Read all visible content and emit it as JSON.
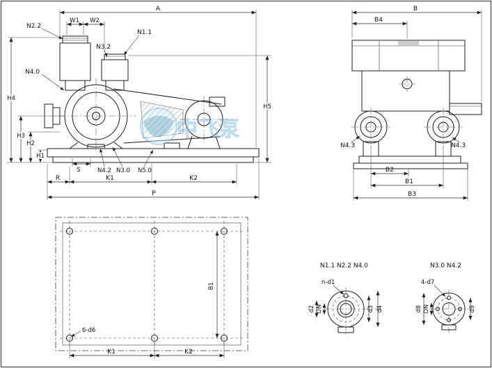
{
  "watermark": {
    "text": "中飞泵",
    "color": "#8ec6de"
  },
  "front_view": {
    "A": "A",
    "W1": "W1",
    "W2": "W2",
    "N2_2": "N2.2",
    "N3_2": "N3.2",
    "N1_1": "N1.1",
    "N4_0": "N4.0",
    "H1": "H1",
    "H2": "H2",
    "H3": "H3",
    "H4": "H4",
    "H5": "H5",
    "S": "S",
    "N4_2": "N4.2",
    "N3_0": "N3.0",
    "N5_0": "N5.0",
    "R": "R",
    "K1": "K1",
    "K2": "K2",
    "P": "P"
  },
  "side_view": {
    "B": "B",
    "B1": "B1",
    "B2": "B2",
    "B3": "B3",
    "B4": "B4",
    "N4_3_left": "N4.3",
    "N4_3_right": "N4.3"
  },
  "plan_view": {
    "B1": "B1",
    "holes": "6-d6",
    "K1": "K1",
    "K2": "K2"
  },
  "flange1": {
    "title": "N1.1 N2.2 N4.0",
    "holes": "n-d1",
    "d2": "d2",
    "DN": "DN",
    "d3": "d3",
    "d4": "d4"
  },
  "flange2": {
    "title": "N3.0 N4.2",
    "holes": "4-d7",
    "d8": "d8",
    "DN": "DN",
    "d9": "d9"
  }
}
